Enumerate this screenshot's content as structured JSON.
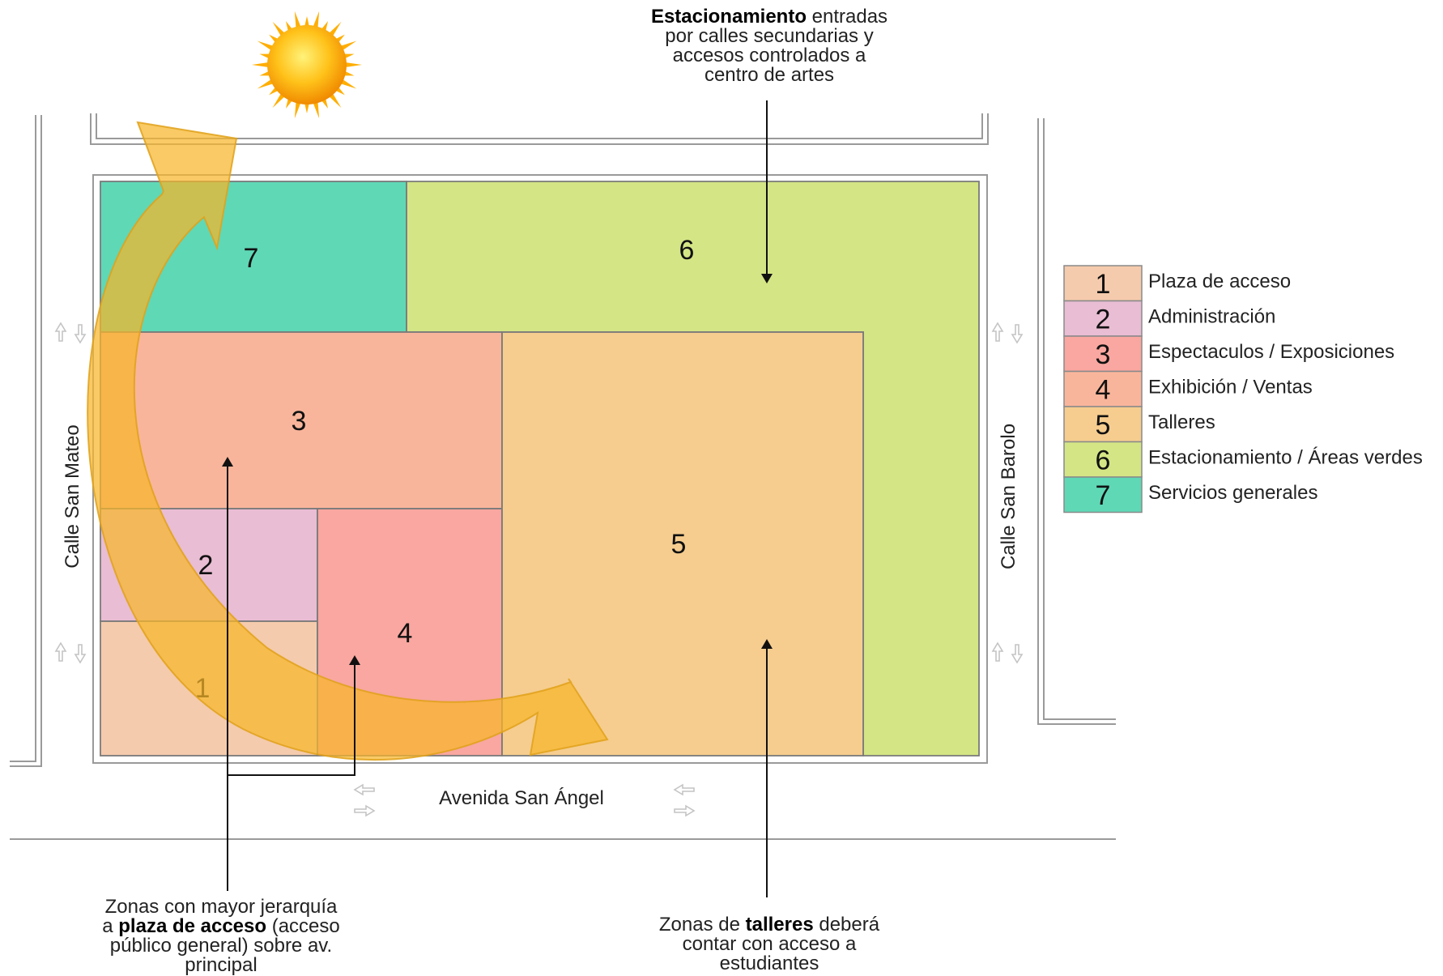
{
  "zones": [
    {
      "number": "1",
      "label": "Plaza de acceso",
      "color": "#f5cbad"
    },
    {
      "number": "2",
      "label": "Administración",
      "color": "#e9bdd3"
    },
    {
      "number": "3",
      "label": "Espectaculos / Exposiciones",
      "color": "#f9a7a0"
    },
    {
      "number": "4",
      "label": "Exhibición / Ventas",
      "color": "#f9b59b"
    },
    {
      "number": "5",
      "label": "Talleres",
      "color": "#f6cd8f"
    },
    {
      "number": "6",
      "label": "Estacionamiento / Áreas verdes",
      "color": "#d4e585"
    },
    {
      "number": "7",
      "label": "Servicios generales",
      "color": "#5fd8b6"
    }
  ],
  "plan_zone_numbers": {
    "z7": "7",
    "z6": "6",
    "z3": "3",
    "z2": "2",
    "z4": "4",
    "z1": "1",
    "z5": "5"
  },
  "streets": {
    "west": "Calle San Mateo",
    "east": "Calle San Barolo",
    "south": "Avenida San Ángel"
  },
  "notes": {
    "parking": {
      "bold": "Estacionamiento",
      "rest_line1": " entradas",
      "line2": "por calles secundarias y",
      "line3": "accesos controlados a",
      "line4": "centro de artes"
    },
    "plaza": {
      "line1": "Zonas con mayor jerarquía",
      "prefix": "a ",
      "bold": "plaza de acceso",
      "suffix": " (acceso",
      "line3": "público general) sobre av.",
      "line4": "principal"
    },
    "talleres": {
      "prefix": "Zonas de ",
      "bold": "talleres",
      "suffix": " deberá",
      "line2": "contar con acceso a",
      "line3": "estudiantes"
    }
  },
  "icons": {
    "sun": "sun-icon",
    "sun_path_arrow": "sun-path-arrow-icon",
    "traffic": "traffic-direction-icon"
  },
  "colors": {
    "outline": "#8a8a8a",
    "sun_arrow": "#f6b62a",
    "sun": "#ffb000"
  }
}
